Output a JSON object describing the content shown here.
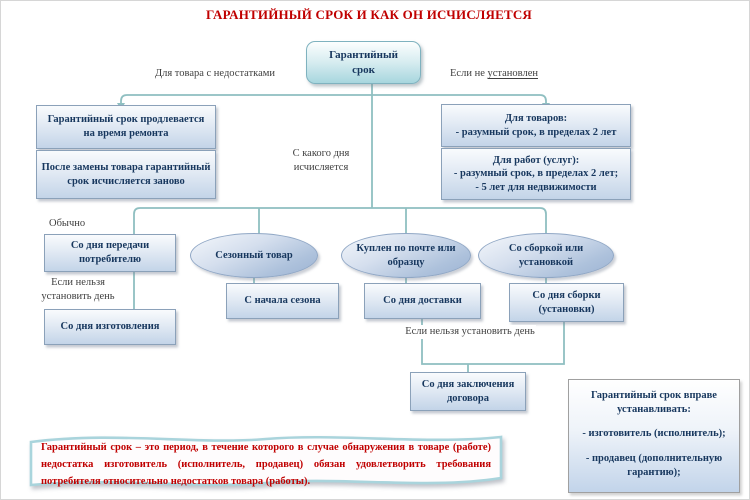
{
  "title": "ГАРАНТИЙНЫЙ СРОК И КАК ОН ИСЧИСЛЯЕТСЯ",
  "root": {
    "label": "Гарантийный срок"
  },
  "labels": {
    "left_branch": "Для товара с недостатками",
    "right_branch_prefix": "Если не ",
    "right_branch_underlined": "установлен",
    "center_question": "С какого дня исчисляется",
    "usually": "Обычно",
    "cannot_set_day_left": "Если нельзя установить день",
    "cannot_set_day_bottom": "Если нельзя установить день"
  },
  "left_branch": {
    "boxes": [
      "Гарантийный срок продлевается на время ремонта",
      "После замены товара гарантийный срок исчисляется заново"
    ]
  },
  "right_branch": {
    "boxes": [
      {
        "title": "Для товаров:",
        "items": [
          "- разумный срок, в пределах 2 лет"
        ]
      },
      {
        "title": "Для работ (услуг):",
        "items": [
          "- разумный срок, в пределах 2 лет;",
          "- 5 лет для недвижимости"
        ]
      }
    ]
  },
  "counting": {
    "usual_box": "Со дня передачи потребителю",
    "fallback_box": "Со дня изготовления",
    "cases": [
      {
        "condition": "Сезонный товар",
        "result": "С начала сезона"
      },
      {
        "condition": "Куплен по почте или образцу",
        "result": "Со дня доставки"
      },
      {
        "condition": "Со сборкой или установкой",
        "result": "Со дня сборки (установки)"
      }
    ],
    "contract_box": "Со дня заключения договора"
  },
  "right_info_box": {
    "title": "Гарантийный срок вправе устанавливать:",
    "items": [
      "- изготовитель (исполнитель);",
      "- продавец (дополнительную гарантию);"
    ]
  },
  "definition": "Гарантийный срок – это период, в течение которого в случае обнаружения в товаре (работе) недостатка изготовитель (исполнитель, продавец) обязан удовлетворить требования потребителя относительно недостатков товара (работы).",
  "colors": {
    "accent_red": "#c00000",
    "text_navy": "#17375e",
    "connector_teal": "#8fbfc1",
    "box_border_blue": "#8ba1b9"
  }
}
